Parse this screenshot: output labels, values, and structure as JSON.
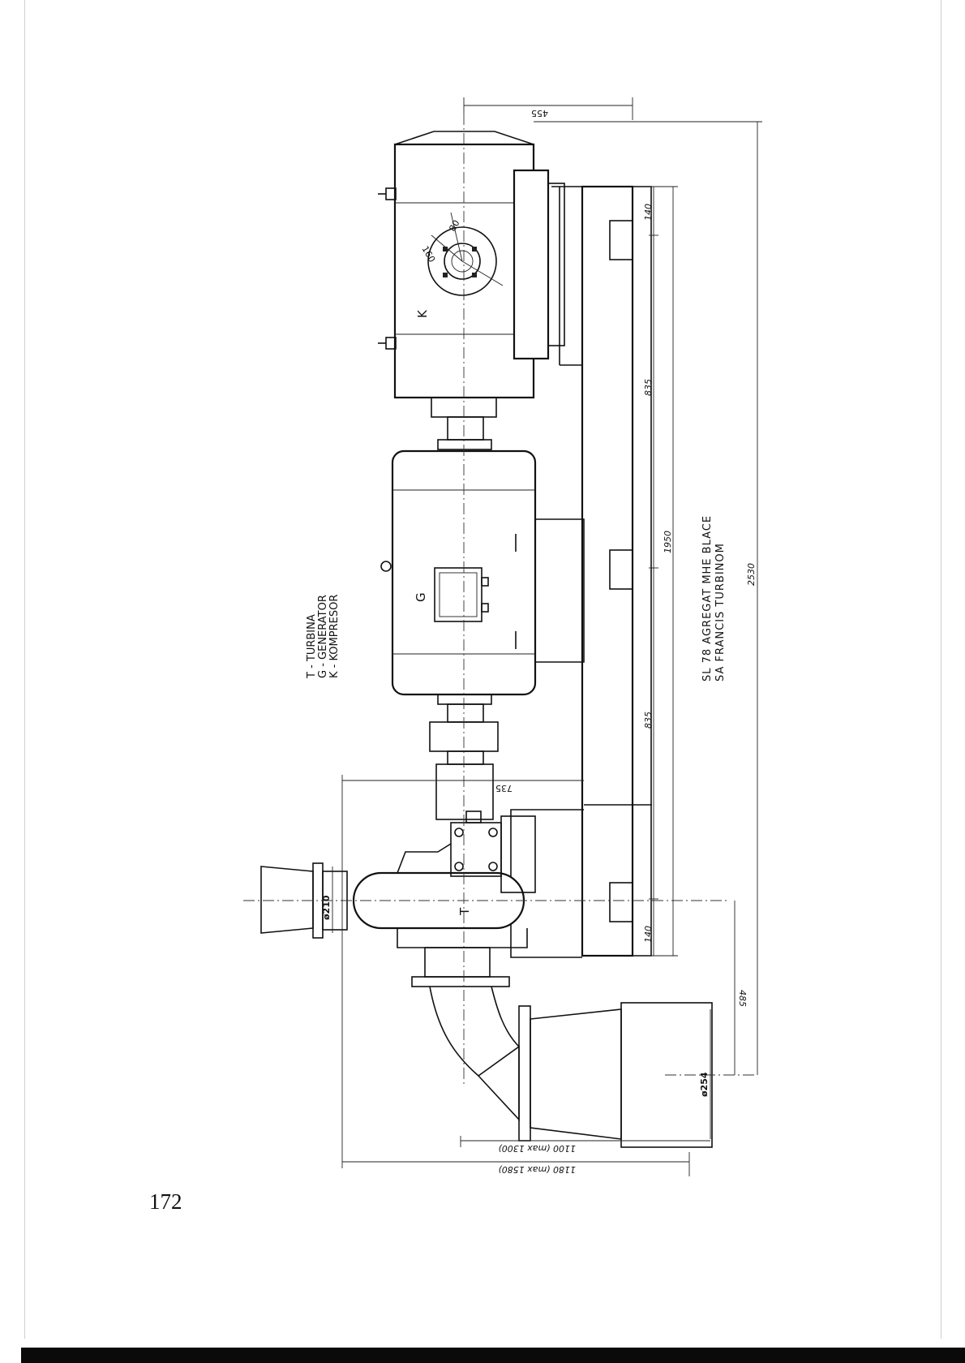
{
  "legend": {
    "turbine": "T - TURBINA",
    "generator": "G - GENERATOR",
    "compressor": "K - KOMPRESOR"
  },
  "title": {
    "line1": "SL 78   AGREGAT   MHE BLACE",
    "line2": "SA   FRANCIS   TURBINOM"
  },
  "component_labels": {
    "turbine": "T",
    "generator": "G",
    "compressor": "K"
  },
  "dimensions": {
    "top_width": "455",
    "foundation_end_left": "140",
    "foundation_end_right": "140",
    "span_upper": "835",
    "span_lower": "835",
    "frame_length": "1950",
    "overall_length": "2530",
    "turbine_offset": "735",
    "inlet_diameter": "ø210",
    "outlet_diameter": "ø254",
    "outlet_offset": "485",
    "compressor_r1": "80",
    "compressor_r2": "160",
    "draft_length_1": "1100  (max 1300)",
    "draft_length_2": "1180  (max 1580)"
  },
  "page_number": "172"
}
